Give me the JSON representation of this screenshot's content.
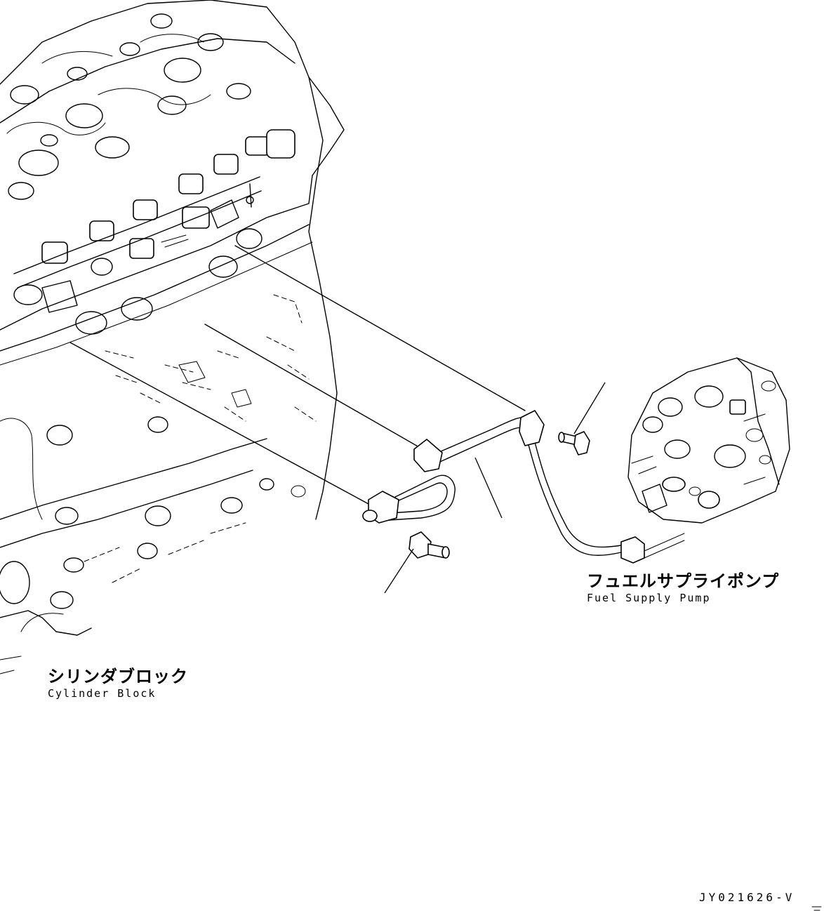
{
  "labels": {
    "cylinder_block_jp": "シリンダブロック",
    "cylinder_block_en": "Cylinder Block",
    "fuel_supply_pump_jp": "フュエルサプライポンプ",
    "fuel_supply_pump_en": "Fuel Supply Pump",
    "drawing_code": "JY021626-V"
  },
  "colors": {
    "ink": "#000000",
    "paper": "#ffffff"
  }
}
